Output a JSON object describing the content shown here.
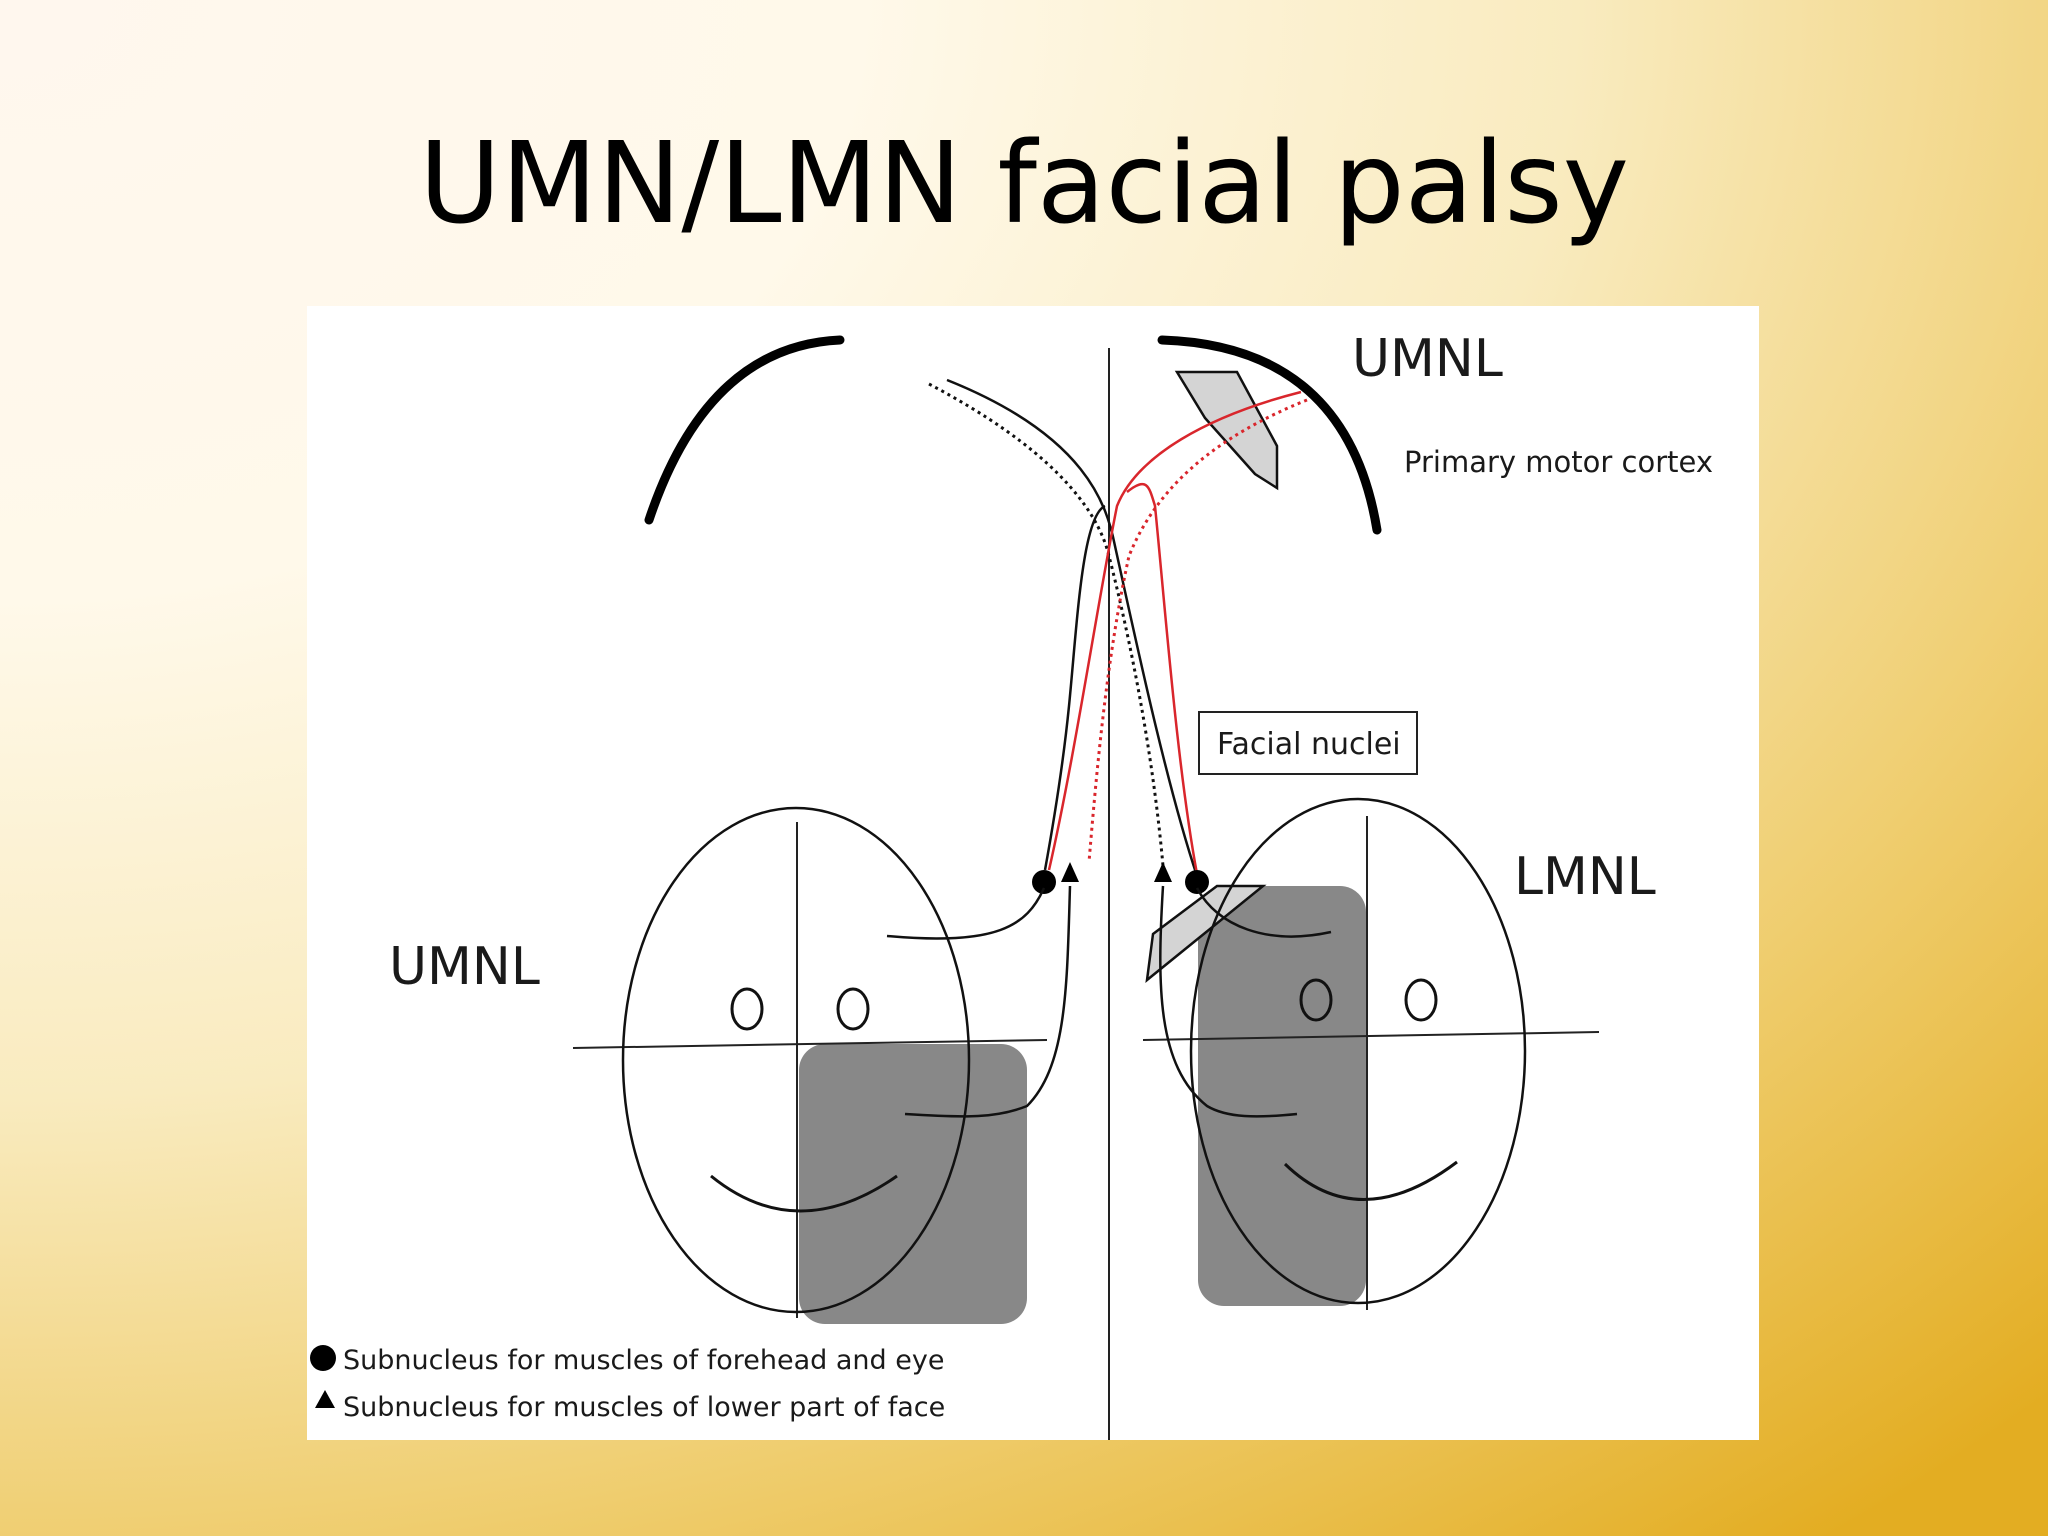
{
  "slide": {
    "title": "UMN/LMN facial palsy"
  },
  "diagram": {
    "labels": {
      "umnl_top": "UMNL",
      "cortex": "Primary motor cortex",
      "nuclei": "Facial nuclei",
      "lmnl": "LMNL",
      "umnl_left": "UMNL"
    },
    "legend": {
      "circle_text": "Subnucleus for muscles of forehead and eye",
      "triangle_text": "Subnucleus for muscles of lower part of face"
    },
    "colors": {
      "red_pathway": "#d9262c",
      "black_pathway": "#111111",
      "palsy_shade": "#888888",
      "lesion_fill": "#d4d4d4"
    }
  }
}
